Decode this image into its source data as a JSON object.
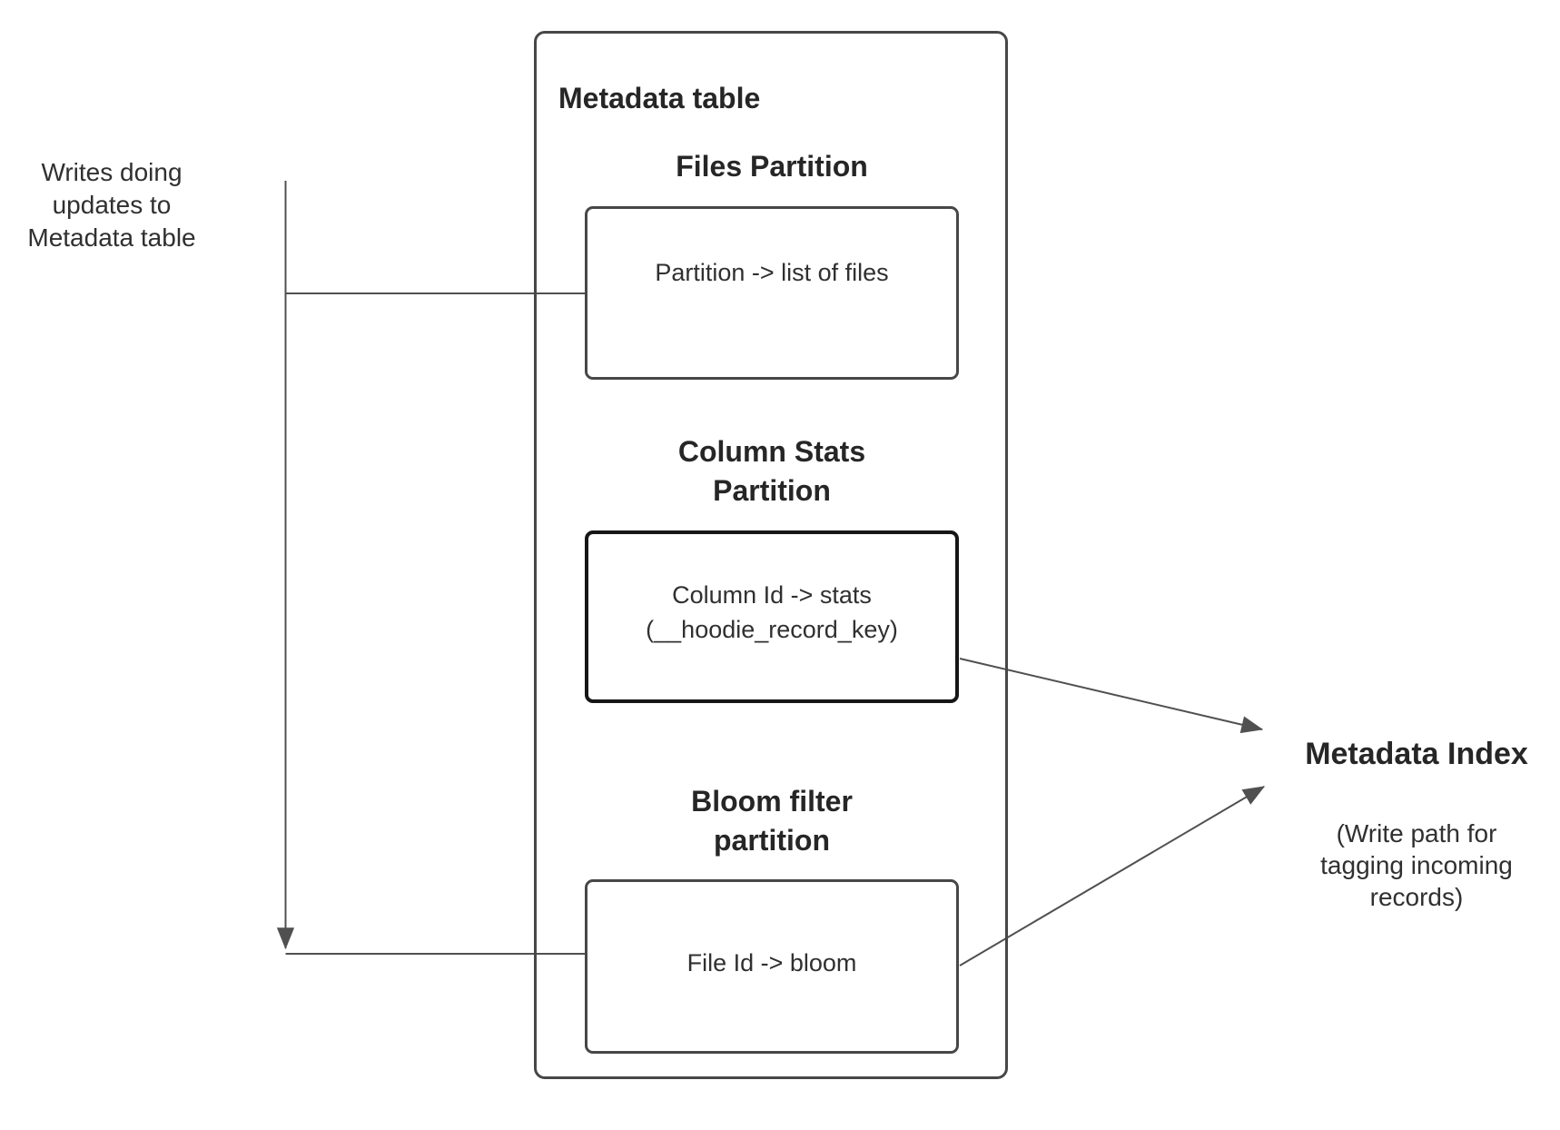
{
  "colors": {
    "background": "#ffffff",
    "line": "#505050",
    "box_border": "#474747",
    "emphasis_border": "#161616",
    "text": "#303030"
  },
  "left_note": {
    "lines": [
      "Writes doing",
      "updates to",
      "Metadata table"
    ]
  },
  "metadata_table": {
    "title": "Metadata table",
    "files": {
      "heading": "Files Partition",
      "box_text": "Partition -> list of files"
    },
    "column_stats": {
      "heading_line1": "Column Stats",
      "heading_line2": "Partition",
      "box_line1": "Column Id  -> stats",
      "box_line2": "(__hoodie_record_key)"
    },
    "bloom": {
      "heading_line1": "Bloom filter",
      "heading_line2": "partition",
      "box_text": "File Id -> bloom"
    }
  },
  "metadata_index": {
    "title": "Metadata Index",
    "sub_line1": "(Write path for",
    "sub_line2": "tagging incoming",
    "sub_line3": "records)"
  }
}
